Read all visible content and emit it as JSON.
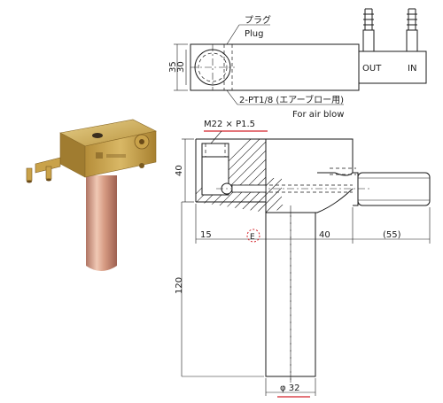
{
  "labels": {
    "plug_jp": "プラグ",
    "plug_en": "Plug",
    "port_spec": "2-PT1/8 (エアーブロー用)",
    "air_blow": "For air blow",
    "thread_spec": "M22 × P1.5",
    "out": "OUT",
    "in": "IN",
    "section_mark": "E"
  },
  "dimensions": {
    "top_height_outer": "35",
    "top_height_inner": "30",
    "body_height": "40",
    "left_offset": "15",
    "right_offset": "40",
    "overhang": "(55)",
    "shaft_length": "120",
    "shaft_diameter": "φ 32"
  },
  "colors": {
    "accent_red": "#d4232a",
    "brass": "#c9a24a",
    "copper": "#c98a70"
  }
}
